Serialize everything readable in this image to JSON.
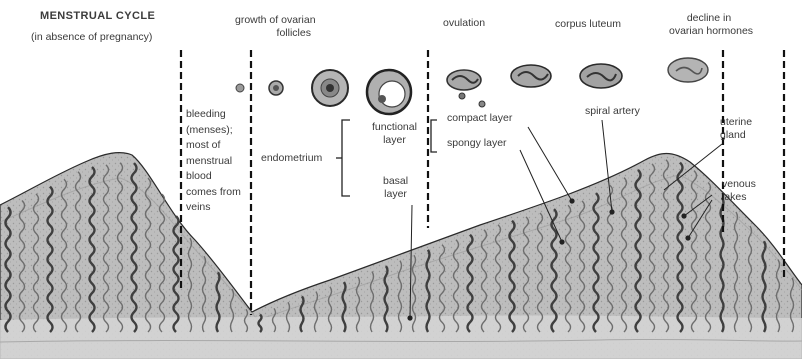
{
  "title": "MENSTRUAL CYCLE",
  "subtitle": "(in absence of pregnancy)",
  "phases": {
    "growth": [
      "growth of ovarian",
      "follicles"
    ],
    "ovulation": "ovulation",
    "corpus_luteum": "corpus luteum",
    "decline": [
      "decline in",
      "ovarian hormones"
    ]
  },
  "labels": {
    "bleeding": [
      "bleeding",
      "(menses);",
      "most of",
      "menstrual",
      "blood",
      "comes from",
      "veins"
    ],
    "endometrium": "endometrium",
    "functional_layer": [
      "functional",
      "layer"
    ],
    "basal_layer": [
      "basal",
      "layer"
    ],
    "compact_layer": "compact layer",
    "spongy_layer": "spongy layer",
    "spiral_artery": "spiral artery",
    "uterine_gland": [
      "uterine",
      "gland"
    ],
    "venous_lakes": [
      "venous",
      "lakes"
    ]
  },
  "colors": {
    "tissue": "#b9b9b9",
    "tissue_dark": "#8a8a8a",
    "basal": "#d0d0d0",
    "vessel": "#4a4a4a",
    "line": "#222222"
  }
}
